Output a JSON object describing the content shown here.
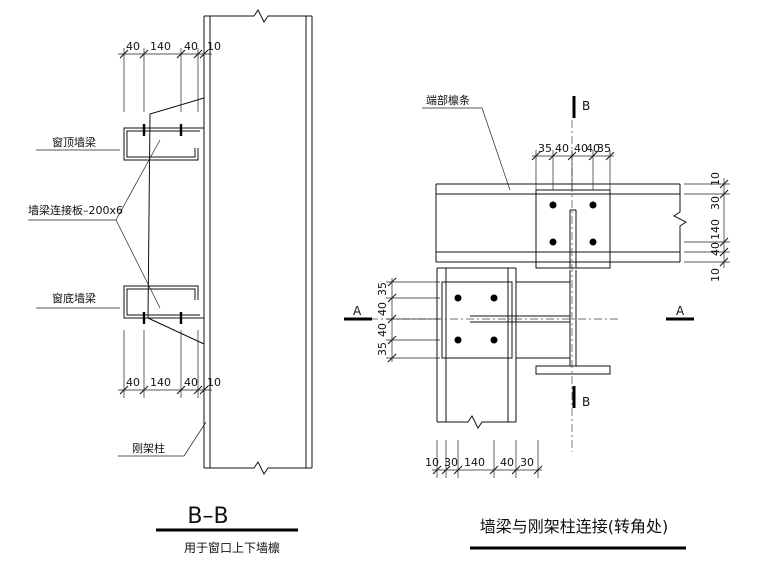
{
  "left_view": {
    "dims_top": [
      "40",
      "140",
      "40",
      "10"
    ],
    "dims_bottom": [
      "40",
      "140",
      "40",
      "10"
    ],
    "label_top_beam": "窗顶墙梁",
    "label_plate": "墙梁连接板–200x6",
    "label_bottom_beam": "窗底墙梁",
    "label_column": "刚架柱",
    "section_title": "B–B",
    "subtitle": "用于窗口上下墙檩"
  },
  "right_view": {
    "label_purlin": "端部檩条",
    "section_b_top": "B",
    "section_b_bottom": "B",
    "section_a_left": "A",
    "section_a_right": "A",
    "dims_top": [
      "35",
      "40",
      "40",
      "40",
      "35"
    ],
    "dims_right": [
      "10",
      "30",
      "140",
      "40",
      "10"
    ],
    "dims_left": [
      "35",
      "40",
      "40",
      "35"
    ],
    "dims_bottom": [
      "10",
      "30",
      "140",
      "40",
      "30"
    ],
    "title": "墙梁与刚架柱连接(转角处)"
  }
}
